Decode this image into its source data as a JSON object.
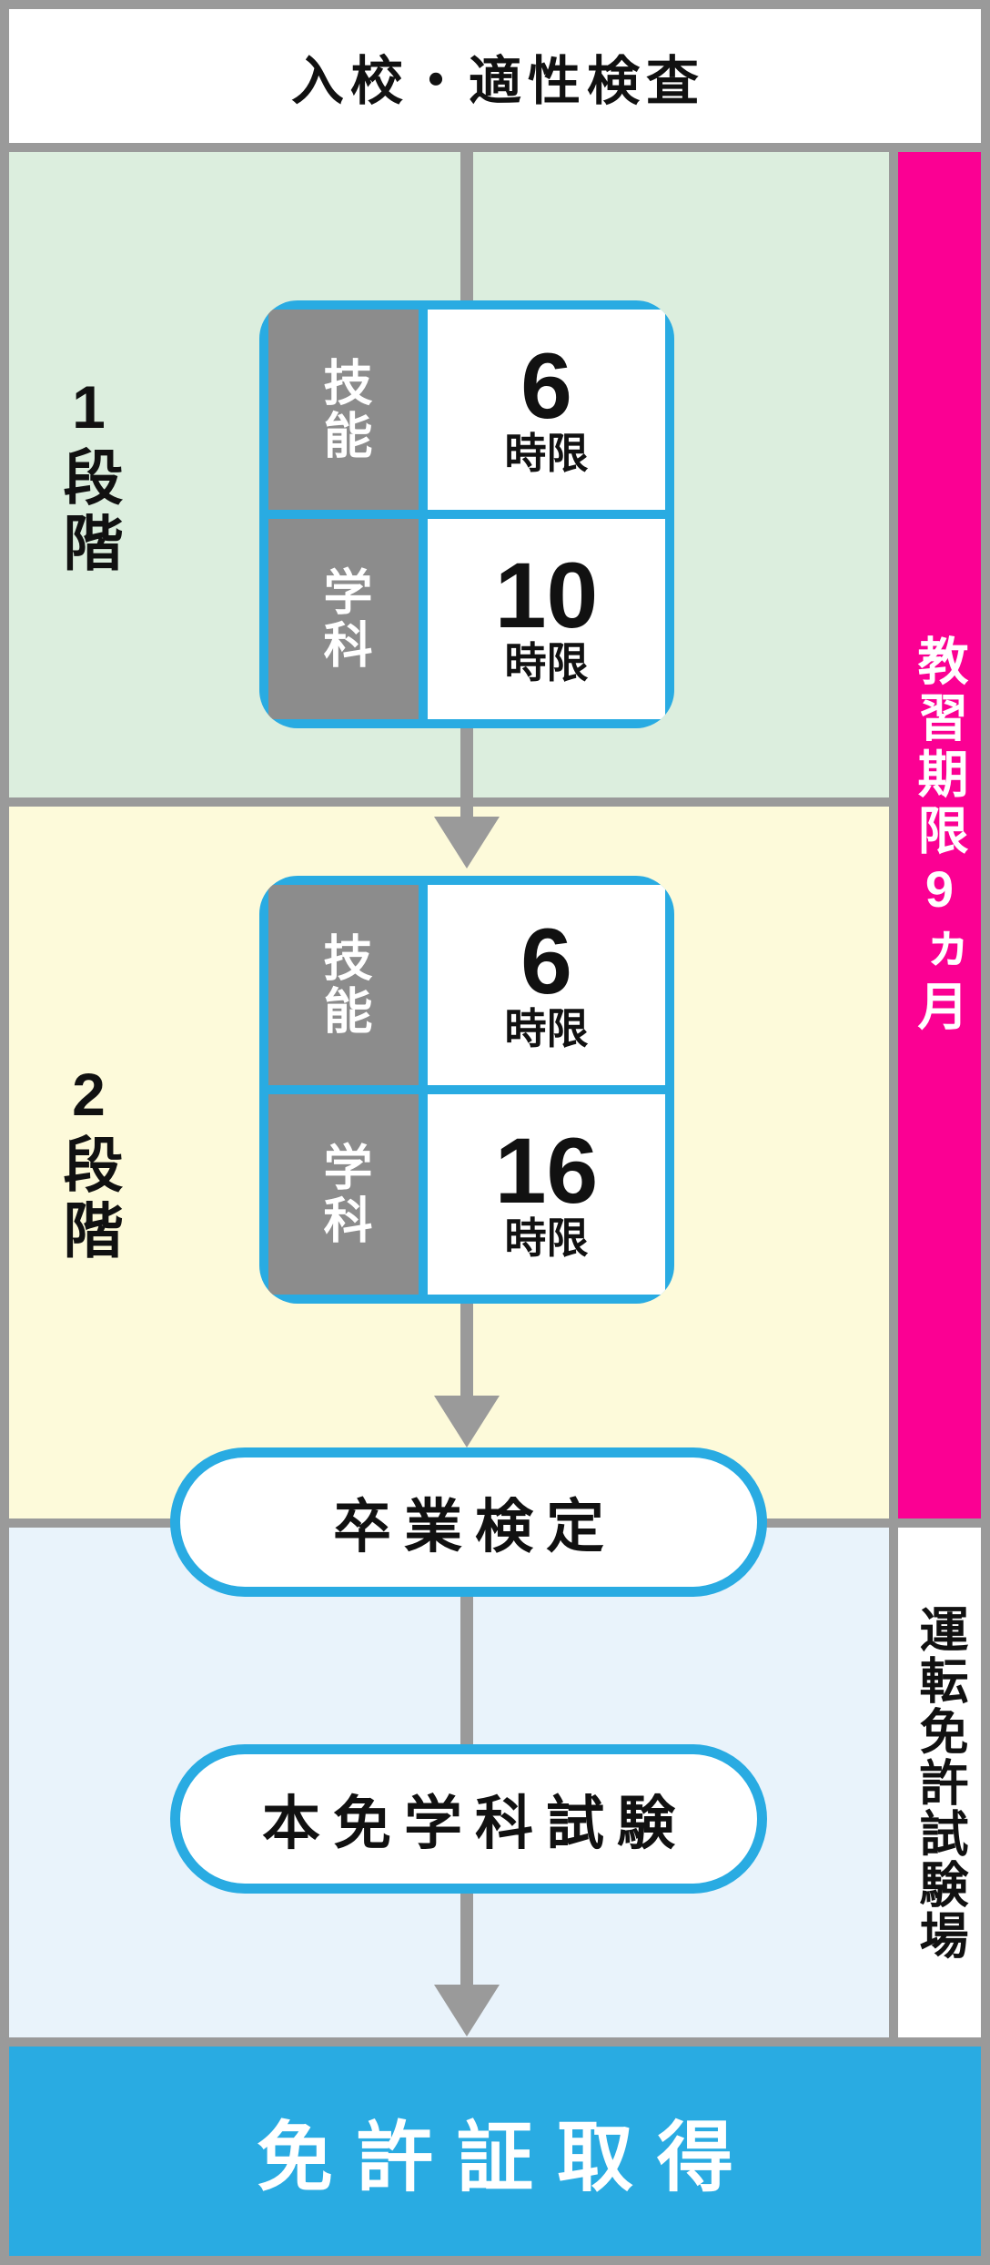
{
  "colors": {
    "frame_gray": "#9a9a9a",
    "accent_blue": "#29abe2",
    "magenta": "#fb0093",
    "cell_gray": "#8c8c8c",
    "stage1_bg": "#dceede",
    "stage2_bg": "#fdfada",
    "exam_bg": "#e9f3fb",
    "text_black": "#111111",
    "text_white": "#ffffff"
  },
  "header": {
    "title": "入校・適性検査"
  },
  "stage1": {
    "label": "1段階",
    "skill": {
      "subject": "技能",
      "count": "6",
      "unit": "時限"
    },
    "academic": {
      "subject": "学科",
      "count": "10",
      "unit": "時限"
    }
  },
  "stage2": {
    "label": "2段階",
    "skill": {
      "subject": "技能",
      "count": "6",
      "unit": "時限"
    },
    "academic": {
      "subject": "学科",
      "count": "16",
      "unit": "時限"
    }
  },
  "side": {
    "training_period": "教習期限9ヵ月",
    "license_center": "運転免許試験場"
  },
  "steps": {
    "graduation_exam": "卒業検定",
    "written_exam": "本免学科試験"
  },
  "footer": {
    "label": "免許証取得"
  }
}
